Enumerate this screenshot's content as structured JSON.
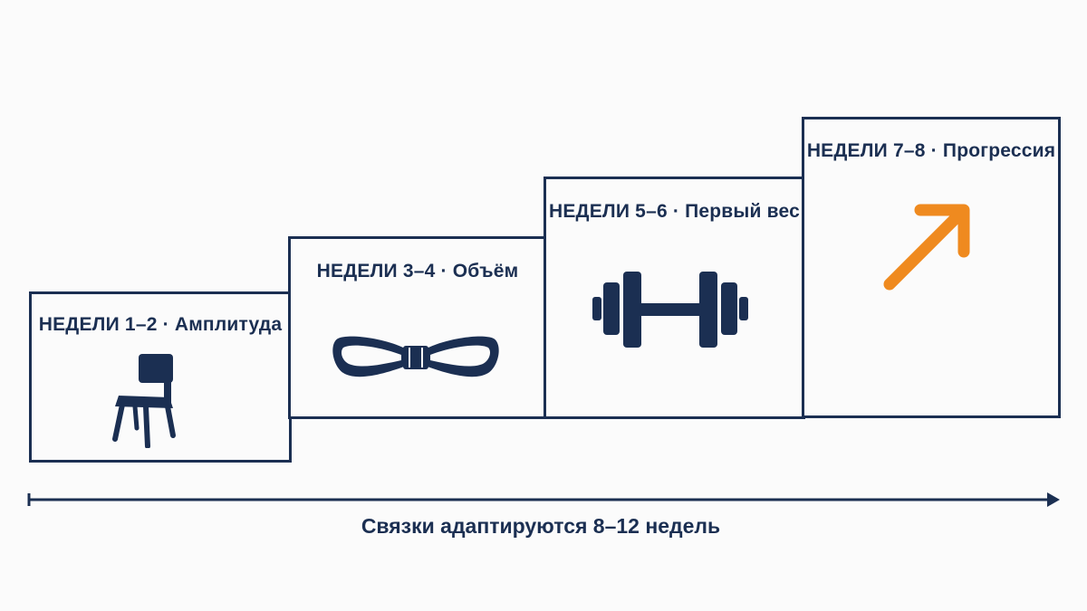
{
  "steps": [
    {
      "title": "НЕДЕЛИ 1–2 · Амплитуда",
      "icon": "chair-icon"
    },
    {
      "title": "НЕДЕЛИ 3–4 · Объём",
      "icon": "resistance-band-icon"
    },
    {
      "title": "НЕДЕЛИ 5–6 · Первый вес",
      "icon": "dumbbell-icon"
    },
    {
      "title": "НЕДЕЛИ 7–8 · Прогрессия",
      "icon": "arrow-up-right-icon"
    }
  ],
  "timeline": {
    "label": "Связки адаптируются 8–12 недель"
  },
  "colors": {
    "primary": "#1b2f52",
    "accent": "#ef8a1f",
    "background": "#fbfbfb"
  }
}
